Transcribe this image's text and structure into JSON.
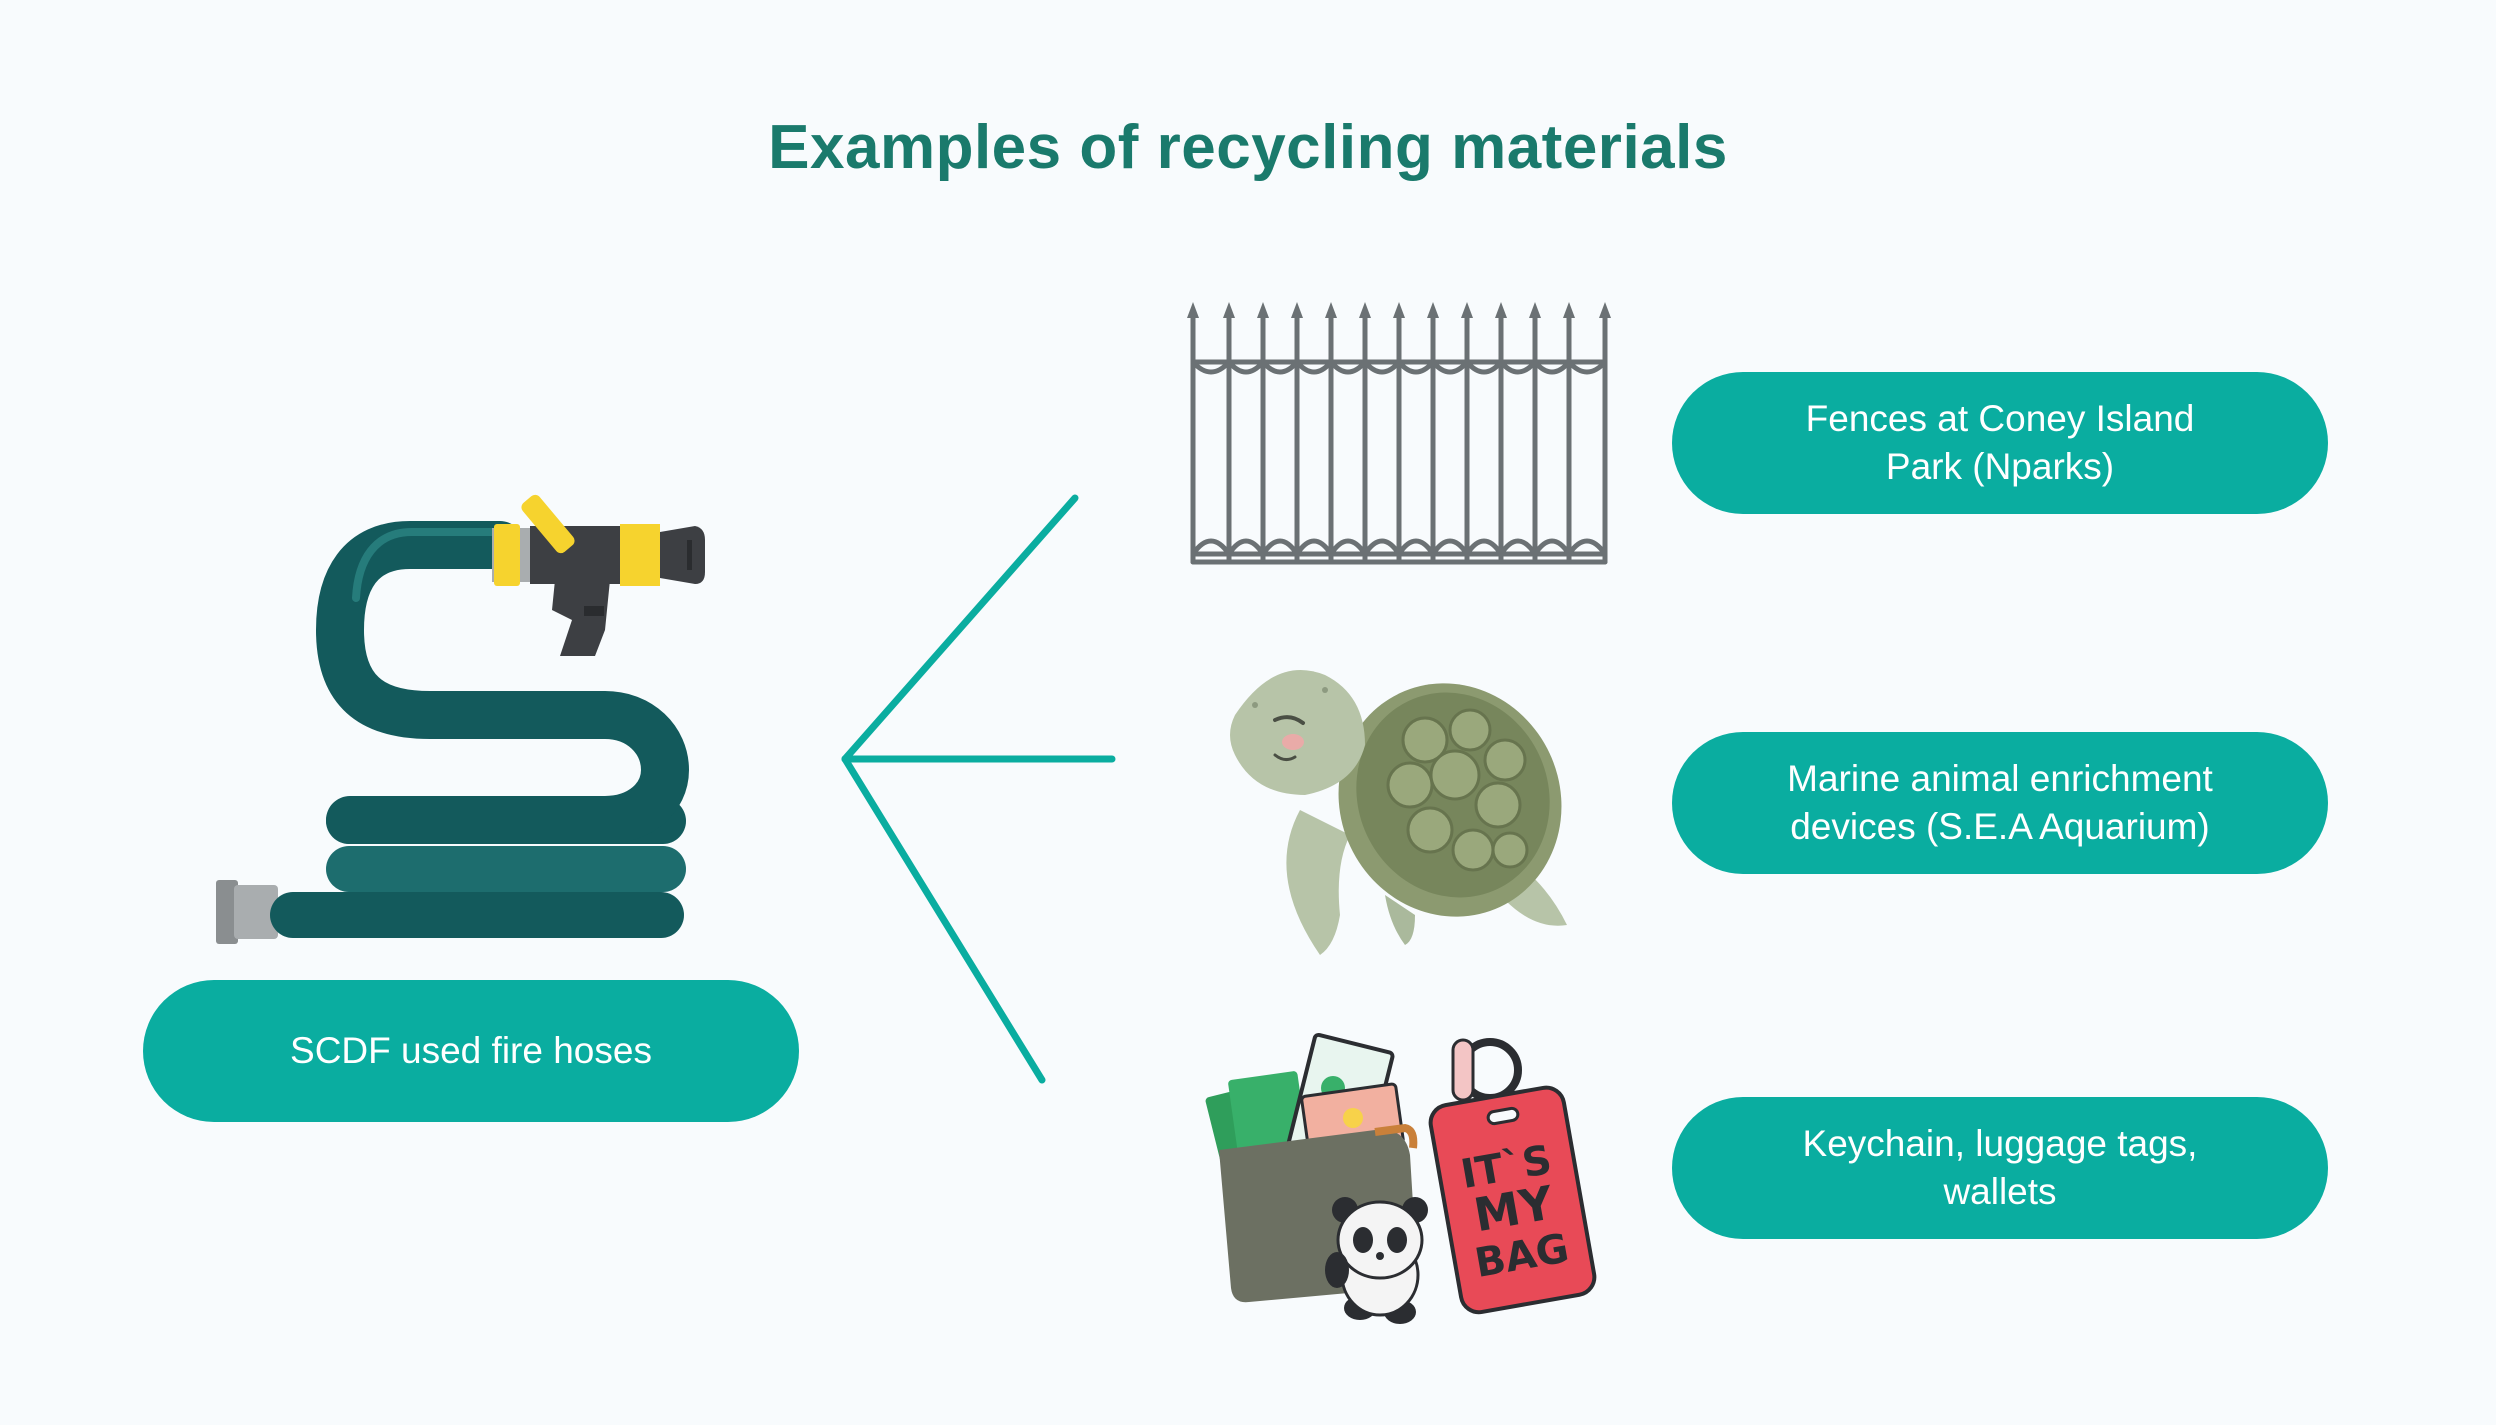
{
  "title": "Examples of recycling materials",
  "source": {
    "label": "SCDF used fire hoses",
    "icon": "fire-hose-icon"
  },
  "outputs": [
    {
      "label_line1": "Fences at Coney Island",
      "label_line2": "Park (Nparks)",
      "icon": "fence-icon"
    },
    {
      "label_line1": "Marine animal enrichment",
      "label_line2": "devices (S.E.A Aquarium)",
      "icon": "sea-turtle-icon"
    },
    {
      "label_line1": "Keychain, luggage tags,",
      "label_line2": "wallets",
      "icon": "wallet-keychain-icon"
    }
  ],
  "tag_text": [
    "IT`S",
    "MY",
    "BAG"
  ],
  "colors": {
    "accent": "#0aada0",
    "title": "#1a7a6c",
    "hose": "#135a5c",
    "background": "#f8fbfd"
  }
}
